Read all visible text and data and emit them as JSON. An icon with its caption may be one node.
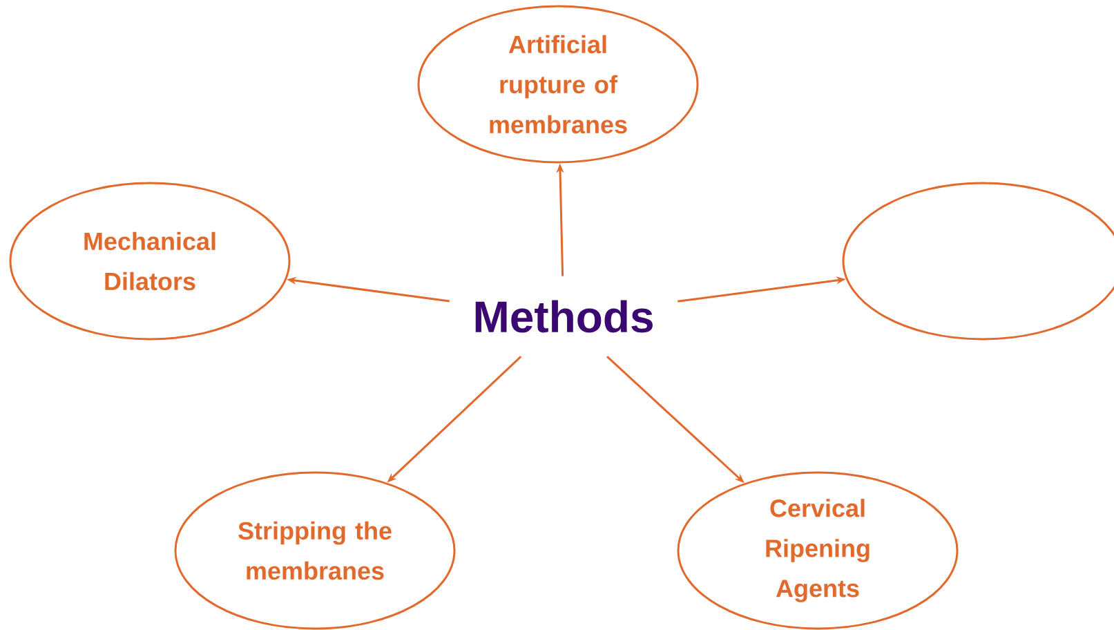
{
  "diagram": {
    "nodes": [
      {
        "text": [
          "Methods"
        ]
      },
      {
        "text": [
          "Artificial rupture of membranes"
        ]
      },
      {
        "text": [
          "Mechanical Dilators"
        ]
      },
      {
        "text": [],
        "shape": "ellipse"
      },
      {
        "text": [
          "Stripping the membranes"
        ]
      },
      {
        "text": [
          "Cervical Ripening Agents"
        ]
      }
    ],
    "edges": [
      {
        "from": 0,
        "to": 1,
        "arrow": "to"
      },
      {
        "from": 0,
        "to": 2,
        "arrow": "to"
      },
      {
        "from": 0,
        "to": 3,
        "arrow": "to"
      },
      {
        "from": 0,
        "to": 4,
        "arrow": "to"
      },
      {
        "from": 0,
        "to": 5,
        "arrow": "to"
      }
    ]
  }
}
